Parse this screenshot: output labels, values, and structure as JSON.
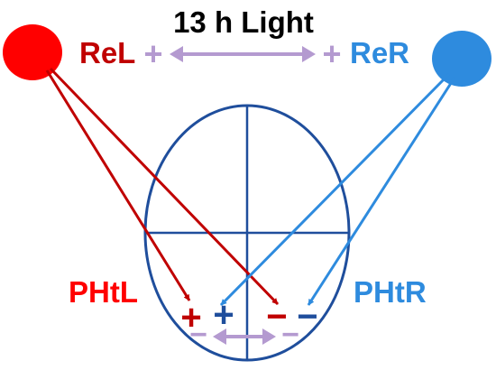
{
  "title": "13 h Light",
  "labels": {
    "rel": "ReL",
    "rer": "ReR",
    "phtl": "PHtL",
    "phtr": "PHtR"
  },
  "signs": {
    "rel_plus": "+",
    "rer_plus": "+",
    "red_plus": "+",
    "blue_plus": "+",
    "red_minus": "−",
    "blue_minus": "−",
    "low_left_minus": "−",
    "low_right_minus": "−"
  },
  "colors": {
    "red": "#ff0000",
    "dark_red": "#c00000",
    "blue": "#2e8bde",
    "navy": "#1f4e9c",
    "lavender": "#b49ad0",
    "black": "#000000"
  },
  "icons": {
    "left_source": "red-circle",
    "right_source": "blue-circle",
    "top_connector": "double-headed-arrow",
    "bottom_connector": "double-headed-arrow"
  }
}
